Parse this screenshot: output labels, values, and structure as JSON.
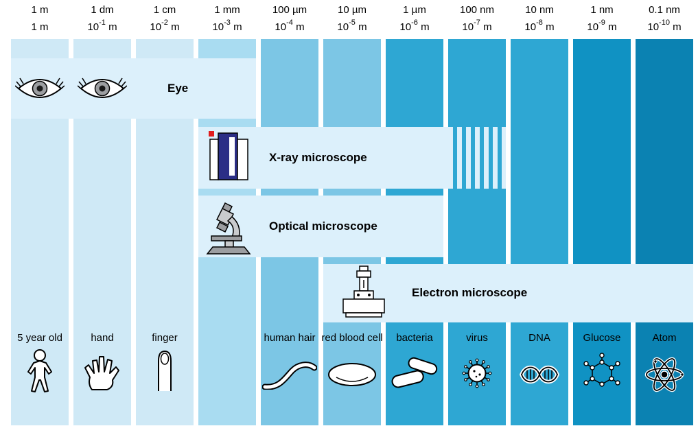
{
  "header": {
    "cols": [
      {
        "scale": "1 m",
        "base": "1",
        "exp": "",
        "unit": "m"
      },
      {
        "scale": "1 dm",
        "base": "10",
        "exp": "-1",
        "unit": "m"
      },
      {
        "scale": "1 cm",
        "base": "10",
        "exp": "-2",
        "unit": "m"
      },
      {
        "scale": "1 mm",
        "base": "10",
        "exp": "-3",
        "unit": "m"
      },
      {
        "scale": "100 µm",
        "base": "10",
        "exp": "-4",
        "unit": "m"
      },
      {
        "scale": "10 µm",
        "base": "10",
        "exp": "-5",
        "unit": "m"
      },
      {
        "scale": "1 µm",
        "base": "10",
        "exp": "-6",
        "unit": "m"
      },
      {
        "scale": "100 nm",
        "base": "10",
        "exp": "-7",
        "unit": "m"
      },
      {
        "scale": "10 nm",
        "base": "10",
        "exp": "-8",
        "unit": "m"
      },
      {
        "scale": "1 nm",
        "base": "10",
        "exp": "-9",
        "unit": "m"
      },
      {
        "scale": "0.1 nm",
        "base": "10",
        "exp": "-10",
        "unit": "m"
      }
    ]
  },
  "bands": {
    "eye": {
      "label": "Eye",
      "icon": "eye-icon"
    },
    "xray": {
      "label": "X-ray microscope",
      "icon": "xray-microscope-icon"
    },
    "optical": {
      "label": "Optical microscope",
      "icon": "optical-microscope-icon"
    },
    "electron": {
      "label": "Electron microscope",
      "icon": "electron-microscope-icon"
    }
  },
  "items": [
    {
      "label": "5 year old",
      "icon": "child-icon"
    },
    {
      "label": "hand",
      "icon": "hand-icon"
    },
    {
      "label": "finger",
      "icon": "finger-icon"
    },
    {
      "label": "human hair",
      "icon": "human-hair-icon"
    },
    {
      "label": "red blood cell",
      "icon": "red-blood-cell-icon"
    },
    {
      "label": "bacteria",
      "icon": "bacteria-icon"
    },
    {
      "label": "virus",
      "icon": "virus-icon"
    },
    {
      "label": "DNA",
      "icon": "dna-icon"
    },
    {
      "label": "Glucose",
      "icon": "glucose-icon"
    },
    {
      "label": "Atom",
      "icon": "atom-icon"
    }
  ],
  "colors": {
    "columns": [
      "#cfe9f6",
      "#cfe9f6",
      "#cfe9f6",
      "#a9dcf1",
      "#7cc6e5",
      "#7cc6e5",
      "#2ea7d3",
      "#2ea7d3",
      "#2ea7d3",
      "#1092c3",
      "#0b82b2"
    ],
    "band": "#dcf0fb",
    "xray_machine_blue": "#2b2e86",
    "xray_machine_red": "#e11d1d",
    "iris_gray": "#9c9ea1"
  }
}
